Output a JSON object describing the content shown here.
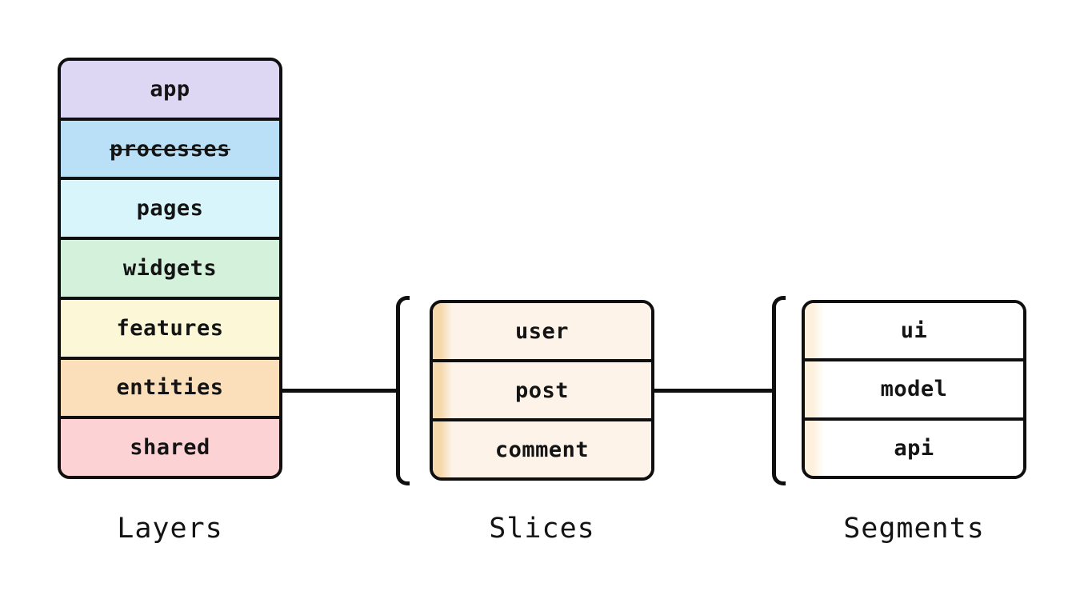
{
  "diagram": {
    "background": "#ffffff",
    "stroke_color": "#0f0f0f",
    "text_color": "#141414",
    "groups": [
      {
        "caption": "Layers",
        "items": [
          {
            "label": "app",
            "color": "#ded7f3",
            "deprecated": false
          },
          {
            "label": "processes",
            "color": "#bae0f8",
            "deprecated": true
          },
          {
            "label": "pages",
            "color": "#d8f5fb",
            "deprecated": false
          },
          {
            "label": "widgets",
            "color": "#d4f1dc",
            "deprecated": false
          },
          {
            "label": "features",
            "color": "#fcf8d7",
            "deprecated": false
          },
          {
            "label": "entities",
            "color": "#fbdfbb",
            "deprecated": false
          },
          {
            "label": "shared",
            "color": "#fcd2d5",
            "deprecated": false
          }
        ]
      },
      {
        "caption": "Slices",
        "row_bg": "#fdf3e8",
        "edge_color": "#f5d8ab",
        "items": [
          {
            "label": "user"
          },
          {
            "label": "post"
          },
          {
            "label": "comment"
          }
        ]
      },
      {
        "caption": "Segments",
        "row_bg": "#ffffff",
        "edge_color": "#fdf0dc",
        "items": [
          {
            "label": "ui"
          },
          {
            "label": "model"
          },
          {
            "label": "api"
          }
        ]
      }
    ]
  }
}
